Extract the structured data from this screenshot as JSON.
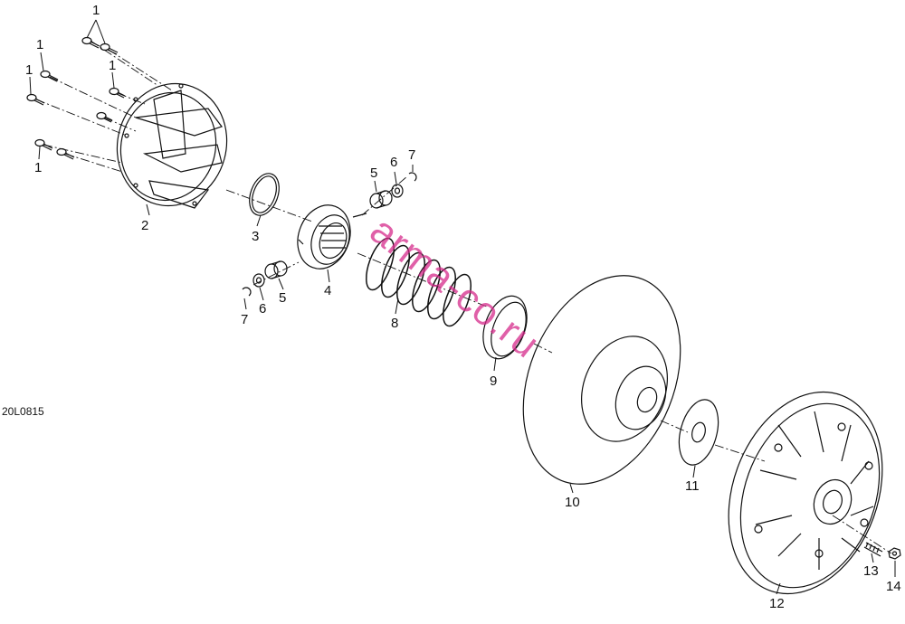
{
  "drawing_code": "20L0815",
  "watermark": "arma-co.ru",
  "callouts": [
    {
      "id": "c1a",
      "text": "1"
    },
    {
      "id": "c1b",
      "text": "1"
    },
    {
      "id": "c1c",
      "text": "1"
    },
    {
      "id": "c1d",
      "text": "1"
    },
    {
      "id": "c1e",
      "text": "1"
    },
    {
      "id": "c2",
      "text": "2"
    },
    {
      "id": "c3",
      "text": "3"
    },
    {
      "id": "c4",
      "text": "4"
    },
    {
      "id": "c5a",
      "text": "5"
    },
    {
      "id": "c6a",
      "text": "6"
    },
    {
      "id": "c7a",
      "text": "7"
    },
    {
      "id": "c5b",
      "text": "5"
    },
    {
      "id": "c6b",
      "text": "6"
    },
    {
      "id": "c7b",
      "text": "7"
    },
    {
      "id": "c8",
      "text": "8"
    },
    {
      "id": "c9",
      "text": "9"
    },
    {
      "id": "c10",
      "text": "10"
    },
    {
      "id": "c11",
      "text": "11"
    },
    {
      "id": "c12",
      "text": "12"
    },
    {
      "id": "c13",
      "text": "13"
    },
    {
      "id": "c14",
      "text": "14"
    }
  ]
}
